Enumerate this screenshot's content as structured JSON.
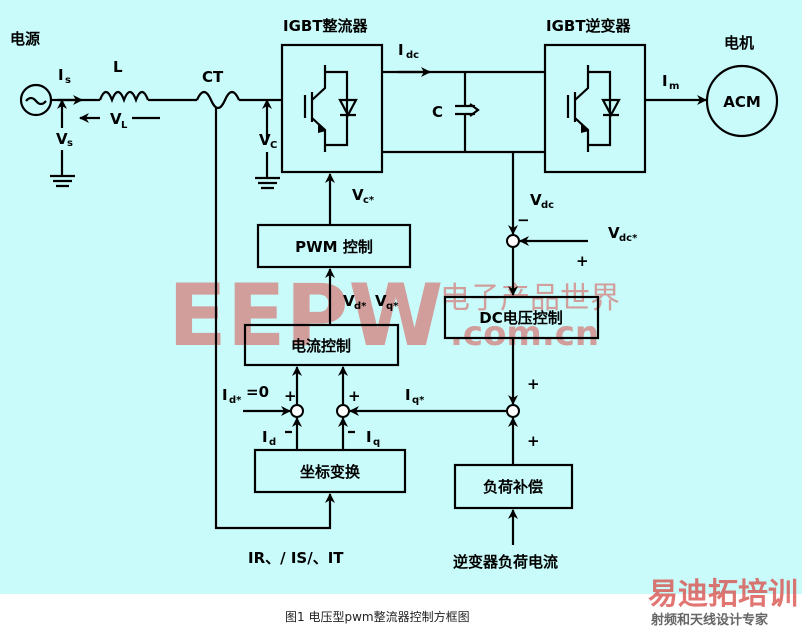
{
  "labels": {
    "power_source": "电源",
    "rectifier": "IGBT整流器",
    "inverter": "IGBT逆变器",
    "motor_title": "电机",
    "motor": "ACM",
    "Is": "I",
    "Is_sub": "s",
    "L": "L",
    "VL": "V",
    "VL_sub": "L",
    "Vs": "V",
    "Vs_sub": "s",
    "CT": "CT",
    "Vc": "V",
    "Vc_sub": "C",
    "Idc": "I",
    "Idc_sub": "dc",
    "C": "C",
    "Im": "I",
    "Im_sub": "m",
    "Vc_star": "V",
    "Vc_star_sub": "c*",
    "Vdc": "V",
    "Vdc_sub": "dc",
    "Vdc_star": "V",
    "Vdc_star_sub": "dc*",
    "minus": "−",
    "plus": "+",
    "Vd_star": "V",
    "Vd_star_sub": "d*",
    "Vq_star": "V",
    "Vq_star_sub": "q*",
    "Id_star": "I",
    "Id_star_sub": "d*",
    "Id_star_val": "=0",
    "Iq_star": "I",
    "Iq_star_sub": "q*",
    "Id": "I",
    "Id_sub": "d",
    "Iq": "I",
    "Iq_sub": "q",
    "currents": "IR、/ IS/、IT",
    "load_current": "逆变器负荷电流"
  },
  "blocks": {
    "pwm": "PWM 控制",
    "current_control": "电流控制",
    "dc_voltage_control": "DC电压控制",
    "coord_transform": "坐标变换",
    "load_compensation": "负荷补偿"
  },
  "caption": "图1 电压型pwm整流器控制方框图",
  "watermark": {
    "main": "EEPW",
    "sub": ".com.cn",
    "cn": "电子产品世界"
  },
  "logo": {
    "title": "易迪拓培训",
    "subtitle": "射频和天线设计专家"
  },
  "colors": {
    "background": "#c9fbfb",
    "watermark": "#d9534f"
  }
}
